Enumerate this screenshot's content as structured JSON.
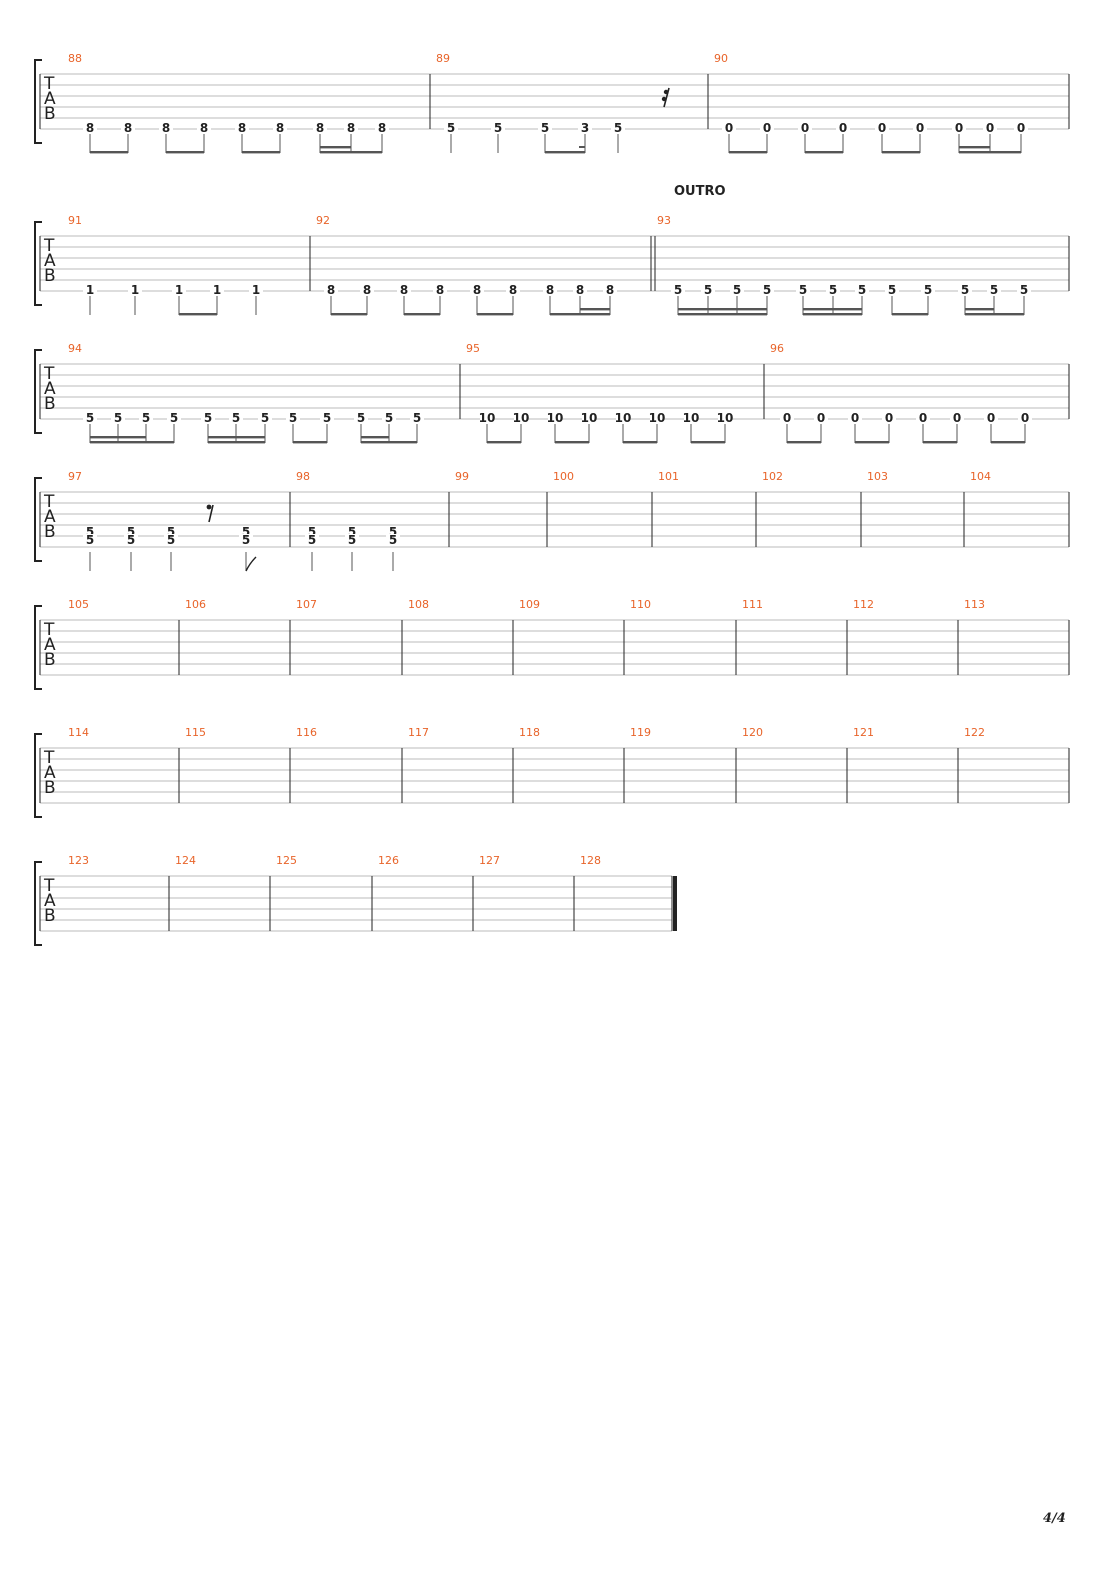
{
  "section_label": "OUTRO",
  "page_number": "4/4",
  "colors": {
    "bar_number": "#e8642a",
    "ink": "#222222",
    "staff_line": "#bbbbbb"
  },
  "tab_letters": [
    "T",
    "A",
    "B"
  ],
  "systems": [
    {
      "measures": [
        {
          "number": "88",
          "notes": [
            {
              "frets": [
                "8"
              ]
            },
            {
              "frets": [
                "8"
              ]
            },
            {
              "frets": [
                "8"
              ]
            },
            {
              "frets": [
                "8"
              ]
            },
            {
              "frets": [
                "8"
              ]
            },
            {
              "frets": [
                "8"
              ]
            },
            {
              "frets": [
                "8"
              ]
            },
            {
              "frets": [
                "8"
              ]
            },
            {
              "frets": [
                "8"
              ]
            }
          ]
        },
        {
          "number": "89",
          "notes": [
            {
              "frets": [
                "5"
              ]
            },
            {
              "frets": [
                "5"
              ]
            },
            {
              "frets": [
                "5"
              ]
            },
            {
              "frets": [
                "3"
              ]
            },
            {
              "frets": [
                "5"
              ]
            },
            {
              "rest": "sixteenth"
            }
          ]
        },
        {
          "number": "90",
          "notes": [
            {
              "frets": [
                "0"
              ]
            },
            {
              "frets": [
                "0"
              ]
            },
            {
              "frets": [
                "0"
              ]
            },
            {
              "frets": [
                "0"
              ]
            },
            {
              "frets": [
                "0"
              ]
            },
            {
              "frets": [
                "0"
              ]
            },
            {
              "frets": [
                "0"
              ]
            },
            {
              "frets": [
                "0"
              ]
            },
            {
              "frets": [
                "0"
              ]
            }
          ]
        }
      ]
    },
    {
      "measures": [
        {
          "number": "91",
          "notes": [
            {
              "frets": [
                "1"
              ]
            },
            {
              "frets": [
                "1"
              ]
            },
            {
              "frets": [
                "1"
              ]
            },
            {
              "frets": [
                "1"
              ]
            },
            {
              "frets": [
                "1"
              ]
            }
          ]
        },
        {
          "number": "92",
          "notes": [
            {
              "frets": [
                "8"
              ]
            },
            {
              "frets": [
                "8"
              ]
            },
            {
              "frets": [
                "8"
              ]
            },
            {
              "frets": [
                "8"
              ]
            },
            {
              "frets": [
                "8"
              ]
            },
            {
              "frets": [
                "8"
              ]
            },
            {
              "frets": [
                "8"
              ]
            },
            {
              "frets": [
                "8"
              ]
            },
            {
              "frets": [
                "8"
              ]
            }
          ]
        },
        {
          "number": "93",
          "notes": [
            {
              "frets": [
                "5"
              ]
            },
            {
              "frets": [
                "5"
              ]
            },
            {
              "frets": [
                "5"
              ]
            },
            {
              "frets": [
                "5"
              ]
            },
            {
              "frets": [
                "5"
              ]
            },
            {
              "frets": [
                "5"
              ]
            },
            {
              "frets": [
                "5"
              ]
            },
            {
              "frets": [
                "5"
              ]
            },
            {
              "frets": [
                "5"
              ]
            },
            {
              "frets": [
                "5"
              ]
            },
            {
              "frets": [
                "5"
              ]
            },
            {
              "frets": [
                "5"
              ]
            }
          ]
        }
      ]
    },
    {
      "measures": [
        {
          "number": "94",
          "notes": [
            {
              "frets": [
                "5"
              ]
            },
            {
              "frets": [
                "5"
              ]
            },
            {
              "frets": [
                "5"
              ]
            },
            {
              "frets": [
                "5"
              ]
            },
            {
              "frets": [
                "5"
              ]
            },
            {
              "frets": [
                "5"
              ]
            },
            {
              "frets": [
                "5"
              ]
            },
            {
              "frets": [
                "5"
              ]
            },
            {
              "frets": [
                "5"
              ]
            },
            {
              "frets": [
                "5"
              ]
            },
            {
              "frets": [
                "5"
              ]
            },
            {
              "frets": [
                "5"
              ]
            }
          ]
        },
        {
          "number": "95",
          "notes": [
            {
              "frets": [
                "10"
              ]
            },
            {
              "frets": [
                "10"
              ]
            },
            {
              "frets": [
                "10"
              ]
            },
            {
              "frets": [
                "10"
              ]
            },
            {
              "frets": [
                "10"
              ]
            },
            {
              "frets": [
                "10"
              ]
            },
            {
              "frets": [
                "10"
              ]
            },
            {
              "frets": [
                "10"
              ]
            }
          ]
        },
        {
          "number": "96",
          "notes": [
            {
              "frets": [
                "0"
              ]
            },
            {
              "frets": [
                "0"
              ]
            },
            {
              "frets": [
                "0"
              ]
            },
            {
              "frets": [
                "0"
              ]
            },
            {
              "frets": [
                "0"
              ]
            },
            {
              "frets": [
                "0"
              ]
            },
            {
              "frets": [
                "0"
              ]
            },
            {
              "frets": [
                "0"
              ]
            }
          ]
        }
      ]
    },
    {
      "measures": [
        {
          "number": "97",
          "notes": [
            {
              "frets": [
                "5",
                "5"
              ]
            },
            {
              "frets": [
                "5",
                "5"
              ]
            },
            {
              "frets": [
                "5",
                "5"
              ]
            },
            {
              "rest": "eighth"
            },
            {
              "frets": [
                "5",
                "5"
              ]
            }
          ]
        },
        {
          "number": "98",
          "notes": [
            {
              "frets": [
                "5",
                "5"
              ]
            },
            {
              "frets": [
                "5",
                "5"
              ]
            },
            {
              "frets": [
                "5",
                "5"
              ]
            }
          ]
        },
        {
          "number": "99",
          "notes": []
        },
        {
          "number": "100",
          "notes": []
        },
        {
          "number": "101",
          "notes": []
        },
        {
          "number": "102",
          "notes": []
        },
        {
          "number": "103",
          "notes": []
        },
        {
          "number": "104",
          "notes": []
        }
      ]
    },
    {
      "measures": [
        {
          "number": "105",
          "notes": []
        },
        {
          "number": "106",
          "notes": []
        },
        {
          "number": "107",
          "notes": []
        },
        {
          "number": "108",
          "notes": []
        },
        {
          "number": "109",
          "notes": []
        },
        {
          "number": "110",
          "notes": []
        },
        {
          "number": "111",
          "notes": []
        },
        {
          "number": "112",
          "notes": []
        },
        {
          "number": "113",
          "notes": []
        }
      ]
    },
    {
      "measures": [
        {
          "number": "114",
          "notes": []
        },
        {
          "number": "115",
          "notes": []
        },
        {
          "number": "116",
          "notes": []
        },
        {
          "number": "117",
          "notes": []
        },
        {
          "number": "118",
          "notes": []
        },
        {
          "number": "119",
          "notes": []
        },
        {
          "number": "120",
          "notes": []
        },
        {
          "number": "121",
          "notes": []
        },
        {
          "number": "122",
          "notes": []
        }
      ]
    },
    {
      "measures": [
        {
          "number": "123",
          "notes": []
        },
        {
          "number": "124",
          "notes": []
        },
        {
          "number": "125",
          "notes": []
        },
        {
          "number": "126",
          "notes": []
        },
        {
          "number": "127",
          "notes": []
        },
        {
          "number": "128",
          "notes": []
        }
      ]
    }
  ]
}
